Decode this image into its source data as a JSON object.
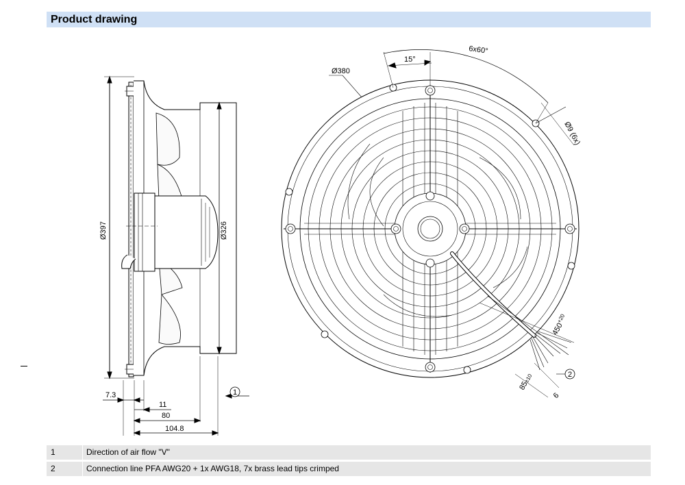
{
  "header": {
    "title": "Product drawing"
  },
  "side_view": {
    "dim_outer_diameter": "Ø397",
    "dim_inner_diameter": "Ø326",
    "dim_flange": "7.3",
    "dim_11": "11",
    "dim_80": "80",
    "dim_depth": "104.8",
    "callout_1": "1"
  },
  "front_view": {
    "dim_bolt_circle": "Ø380",
    "dim_angle_15": "15°",
    "dim_angle_6x60": "6x60°",
    "dim_holes": "Ø9 (6x)",
    "dim_cable_length": "450",
    "dim_cable_length_tol": "+20",
    "dim_strip_length": "85",
    "dim_strip_length_tol": "±10",
    "dim_lead_6": "6",
    "callout_2": "2"
  },
  "legend": [
    {
      "num": "1",
      "text": "Direction of air flow \"V\""
    },
    {
      "num": "2",
      "text": "Connection line PFA AWG20 + 1x AWG18, 7x brass lead tips crimped"
    }
  ]
}
